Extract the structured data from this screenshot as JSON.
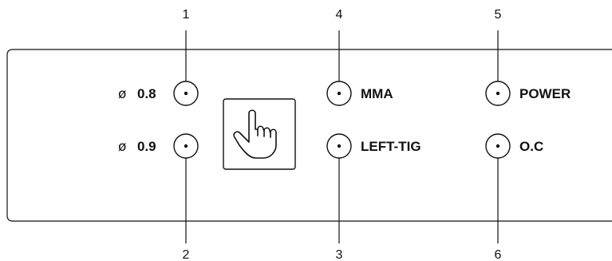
{
  "panel": {
    "indicators": [
      {
        "callout": "1",
        "symbol": "ø",
        "label": "0.8"
      },
      {
        "callout": "2",
        "symbol": "ø",
        "label": "0.9"
      },
      {
        "callout": "3",
        "label": "LEFT-TIG"
      },
      {
        "callout": "4",
        "label": "MMA"
      },
      {
        "callout": "5",
        "label": "POWER"
      },
      {
        "callout": "6",
        "label": "O.C"
      }
    ],
    "button_icon": "hand-pointer-icon",
    "colors": {
      "line": "#111111",
      "background": "#ffffff"
    }
  }
}
